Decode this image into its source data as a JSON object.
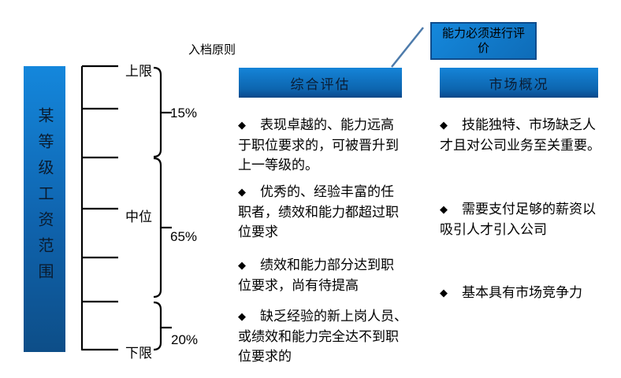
{
  "colors": {
    "bar_blue_top": "#1487dc",
    "bar_blue_bottom": "#0d4e88",
    "header_blue_top": "#1584d8",
    "header_blue_bottom": "#0a5096",
    "callout_border": "#0f4c8c",
    "connector_line": "#4d7bab",
    "line_black": "#000000"
  },
  "principle_label": "入档原则",
  "left_diagram": {
    "bar_label": "某等级工资范围",
    "levels": [
      {
        "label": "上限"
      },
      {
        "label": "中位"
      },
      {
        "label": "下限"
      }
    ],
    "segments": [
      {
        "percent": "15%"
      },
      {
        "percent": "65%"
      },
      {
        "percent": "20%"
      }
    ]
  },
  "callout": {
    "text": "能力必须进行评\n价"
  },
  "bullet_glyph": "◆",
  "columns": [
    {
      "header": "综合评估",
      "bullets": [
        {
          "text": "表现卓越的、能力远高\n于职位要求的，可被晋升到\n上一等级的。"
        },
        {
          "text": "优秀的、经验丰富的任\n职者，绩效和能力都超过职\n位要求"
        },
        {
          "text": "绩效和能力部分达到职\n位要求，尚有待提高"
        },
        {
          "text": "缺乏经验的新上岗人员、\n或绩效和能力完全达不到职\n位要求的"
        }
      ]
    },
    {
      "header": "市场概况",
      "bullets": [
        {
          "text": "技能独特、市场缺乏人\n才且对公司业务至关重要。"
        },
        {
          "text": "需要支付足够的薪资以\n吸引人才引入公司"
        },
        {
          "text": "基本具有市场竞争力"
        }
      ]
    }
  ]
}
